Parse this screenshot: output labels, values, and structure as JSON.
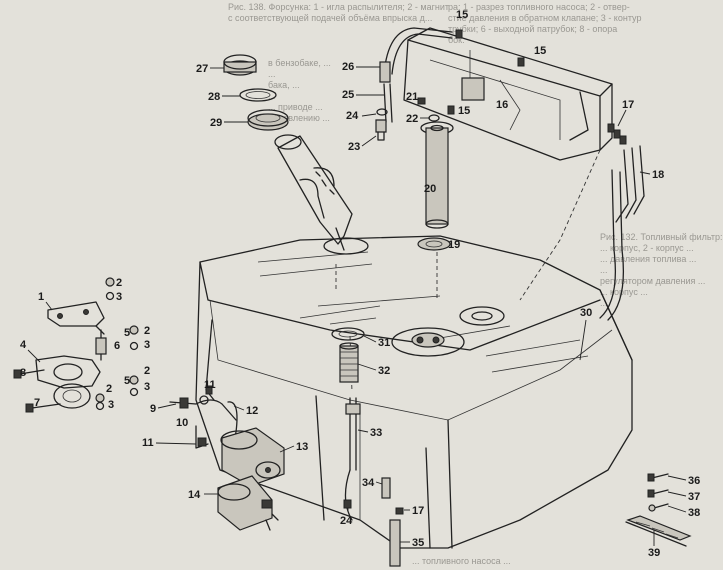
{
  "faded_text_top_left": [
    "Рис. 138. Форсунка: 1 - игла распылителя; 2 - магнит",
    "с соответствующей подачей объёма впрыска д..."
  ],
  "faded_text_top_right": [
    "ра: 1 - разрез топливного насоса; 2 - отвер-",
    "стие давления в обратном клапане; 3 - контур",
    "трубки; 6 - выходной патрубок; 8 - опора",
    "бок."
  ],
  "faded_text_left_body": [
    "в бензобаке, ...",
    "...",
    "бака, ...",
    "...",
    "... приводе ...",
    "... давлению ..."
  ],
  "faded_text_right_body": [
    "Рис. 132. Топливный фильтр:",
    "... корпус, 2 - корпус ...",
    "... давления топлива ...",
    "...",
    "регулятором давления ...",
    "... корпус ...",
    "..."
  ],
  "faded_text_bottom": [
    "... топливного насоса ..."
  ],
  "callouts": [
    "1",
    "2",
    "3",
    "4",
    "5",
    "6",
    "7",
    "8",
    "9",
    "10",
    "11",
    "12",
    "13",
    "14",
    "15",
    "16",
    "17",
    "18",
    "19",
    "20",
    "21",
    "22",
    "23",
    "24",
    "25",
    "26",
    "27",
    "28",
    "29",
    "30",
    "31",
    "32",
    "33",
    "34",
    "35",
    "36",
    "37",
    "38",
    "39"
  ]
}
